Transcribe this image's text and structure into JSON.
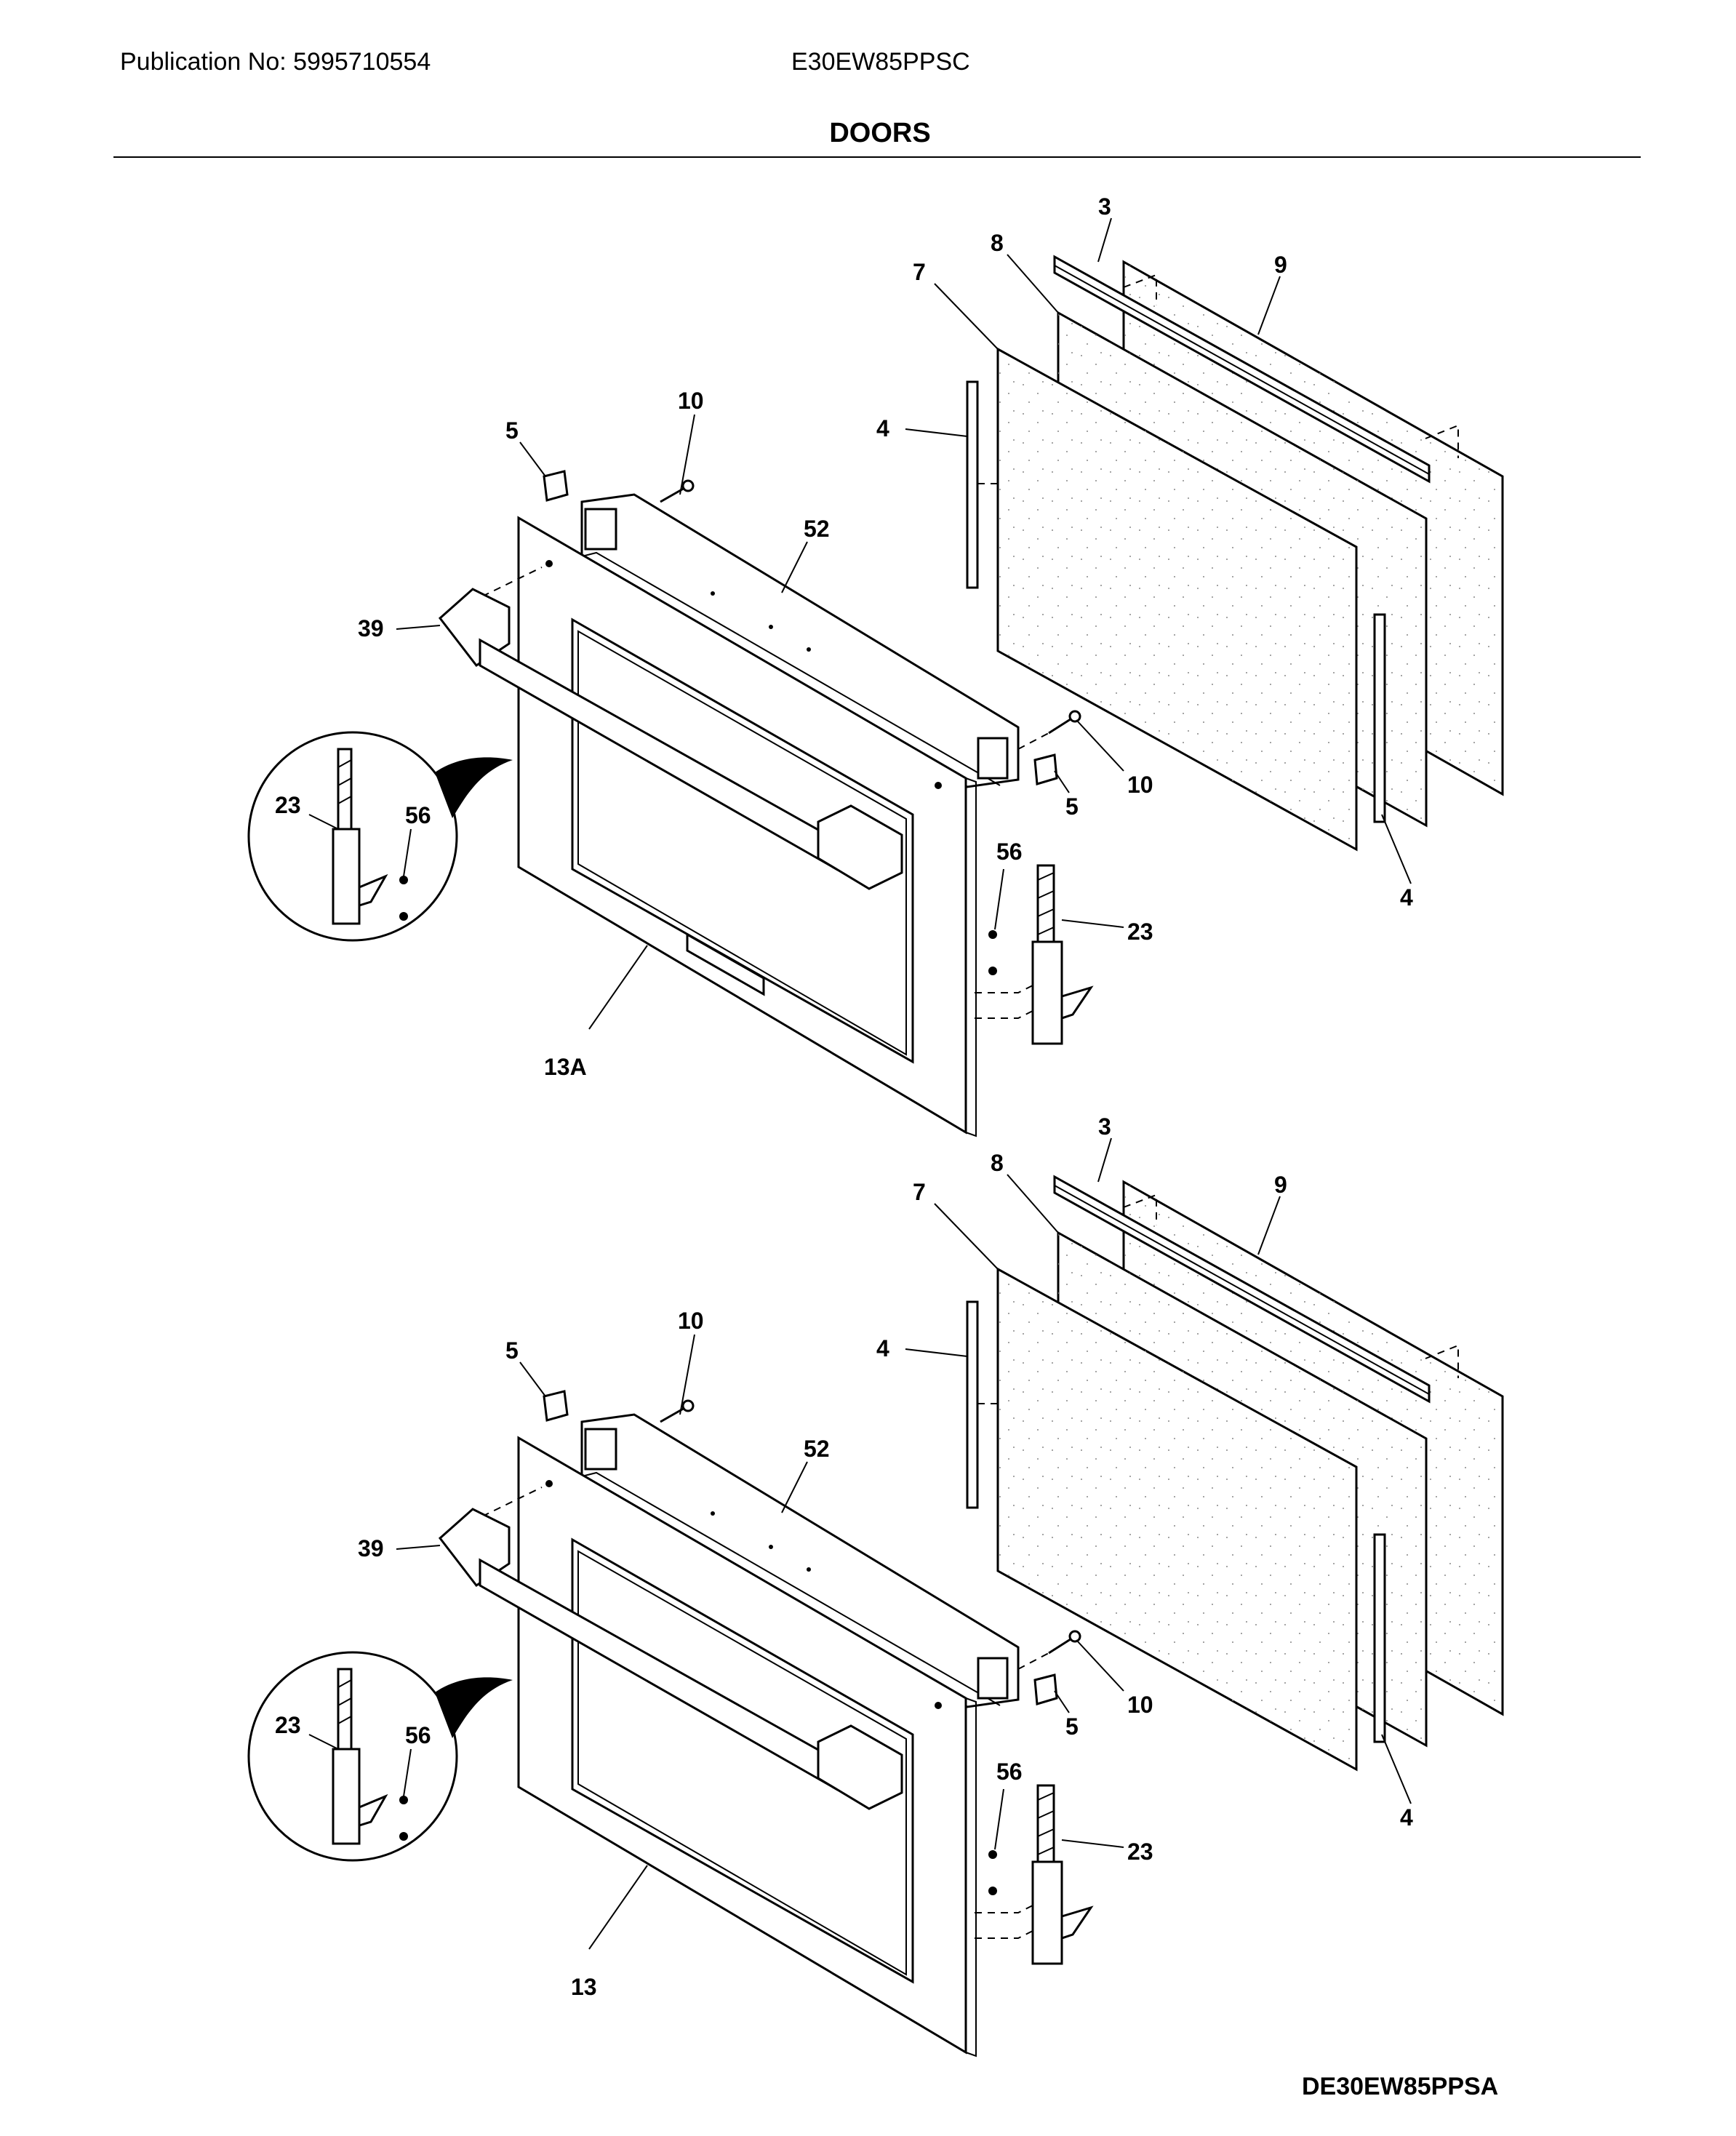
{
  "header": {
    "publication": "Publication No: 5995710554",
    "model": "E30EW85PPSC",
    "title": "DOORS"
  },
  "footer": {
    "diagram_code": "DE30EW85PPSA"
  },
  "upper_door": {
    "labels": {
      "p3": "3",
      "p8": "8",
      "p9": "9",
      "p7": "7",
      "p4a": "4",
      "p4b": "4",
      "p10a": "10",
      "p10b": "10",
      "p5a": "5",
      "p5b": "5",
      "p52": "52",
      "p39": "39",
      "p23a": "23",
      "p23b": "23",
      "p56a": "56",
      "p56b": "56",
      "p13": "13A"
    }
  },
  "lower_door": {
    "labels": {
      "p3": "3",
      "p8": "8",
      "p9": "9",
      "p7": "7",
      "p4a": "4",
      "p4b": "4",
      "p10a": "10",
      "p10b": "10",
      "p5a": "5",
      "p5b": "5",
      "p52": "52",
      "p39": "39",
      "p23a": "23",
      "p23b": "23",
      "p56a": "56",
      "p56b": "56",
      "p13": "13"
    }
  }
}
